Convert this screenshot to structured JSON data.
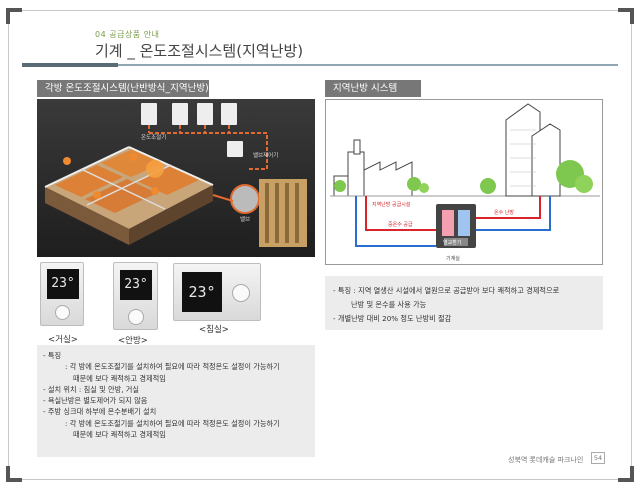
{
  "header": {
    "section_number": "04   공급상품 안내",
    "title": "기계 _ 온도조절시스템(지역난방)"
  },
  "left_section": {
    "heading": "각방 온도조절시스템(난반방식_지역난방)",
    "render_labels": {
      "controller": "온도조절기",
      "valve": "밸브제어기",
      "dist": "밸브"
    },
    "thermostats": [
      {
        "display": "23°",
        "caption": "<거실>"
      },
      {
        "display": "23°",
        "caption": "<안방>"
      },
      {
        "display": "23°",
        "caption": "<침실>"
      }
    ],
    "notes": {
      "l1": "-    특징",
      "l2": ": 각 방에 온도조절기를 설치하여 필요에 따라 적정온도 설정이 가능하기",
      "l3": "때문에 보다 쾌적하고 경제적임",
      "l4": "-    설치 위치 : 침실  및 안방, 거실",
      "l5": "-    욕실난방은 별도제어가 되지 않음",
      "l6": "-    주방 싱크대 하부에 온수분배기 설치",
      "l7": ": 각 방에 온도조절기를 설치하여 필요에 따라 적정온도 설정이 가능하기",
      "l8": "때문에 보다 쾌적하고 경제적임"
    }
  },
  "right_section": {
    "heading": "지역난방 시스템",
    "diagram_labels": {
      "supply_pipe": "지역난방 공급시설",
      "hot_water": "중온수 공급",
      "supply": "온수 난방",
      "exchanger": "열교환기",
      "machine_room": "기계실"
    },
    "notes": {
      "l1": "-    특징 : 지역 열생산 시설에서 열원으로 공급받아 보다 쾌적하고 경제적으로",
      "l2": "난방 및 온수를 사용 가능",
      "l3": "-    개별난방 대비 20% 정도 난방비 절감"
    }
  },
  "footer": {
    "text": "성북역 롯데캐슬 파크나인",
    "page": "54"
  }
}
